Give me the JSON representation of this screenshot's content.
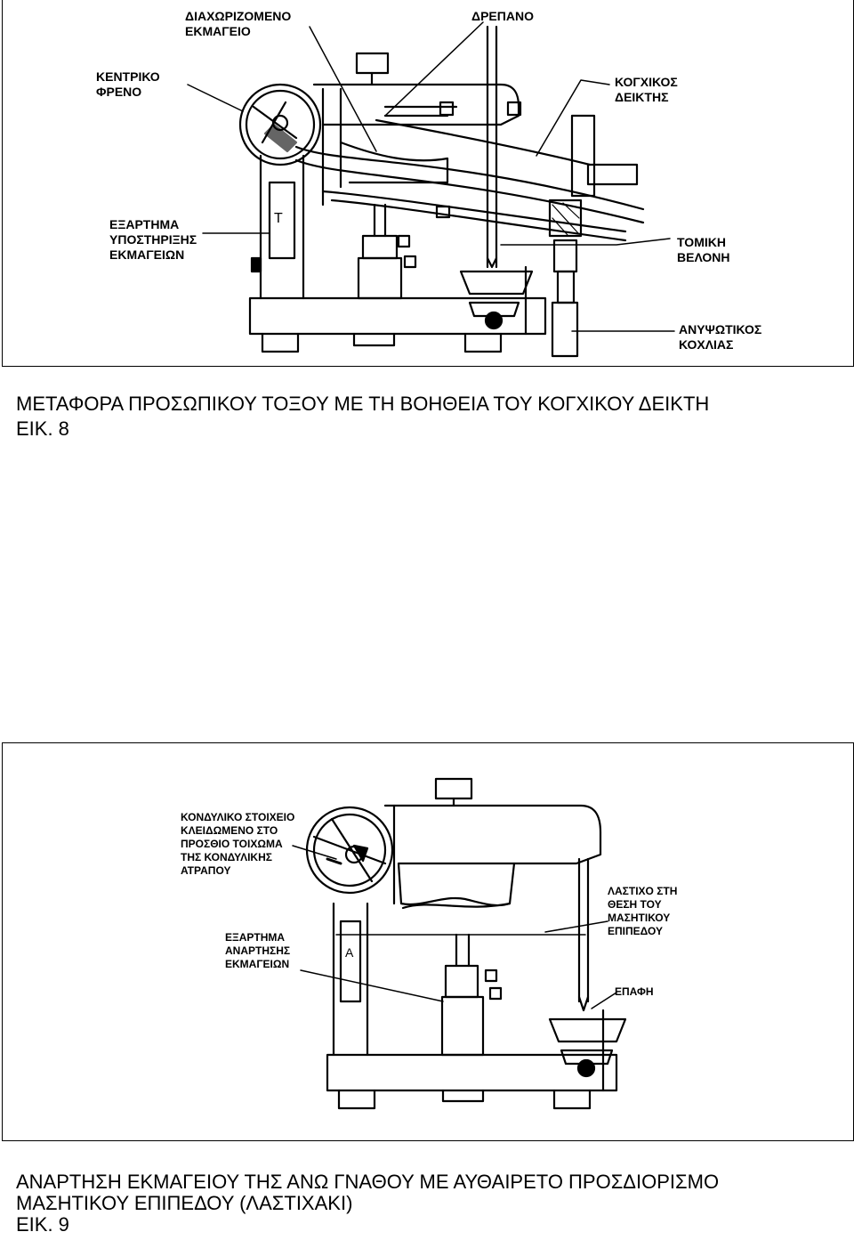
{
  "figure1": {
    "labels": {
      "separated_cast": "ΔΙΑΧΩΡΙΖΟΜΕΝΟ\nΕΚΜΑΓΕΙΟ",
      "sickle": "ΔΡΕΠΑΝΟ",
      "central_brake": "ΚΕΝΤΡΙΚΟ\nΦΡΕΝΟ",
      "condylar_indicator": "ΚΟΓΧΙΚΟΣ\nΔΕΙΚΤΗΣ",
      "cast_support": "ΕΞΑΡΤΗΜΑ\nΥΠΟΣΤΗΡΙΞΗΣ\nΕΚΜΑΓΕΙΩΝ",
      "incisal_pin": "ΤΟΜΙΚΗ\nΒΕΛΟΝΗ",
      "elevating_screw": "ΑΝΥΨΩΤΙΚΟΣ\nΚΟΧΛΙΑΣ"
    },
    "caption": "ΜΕΤΑΦΟΡΑ ΠΡΟΣΩΠΙΚΟΥ ΤΟΞΟΥ ΜΕ ΤΗ ΒΟΗΘΕΙΑ ΤΟΥ ΚΟΓΧΙΚΟΥ ΔΕΙΚΤΗ",
    "number": "ΕΙΚ. 8"
  },
  "figure2": {
    "labels": {
      "condylar_element": "ΚΟΝΔΥΛΙΚΟ ΣΤΟΙΧΕΙΟ\nΚΛΕΙΔΩΜΕΝΟ ΣΤΟ\nΠΡΟΣΘΙΟ ΤΟΙΧΩΜΑ\nΤΗΣ ΚΟΝΔΥΛΙΚΗΣ\nΑΤΡΑΠΟΥ",
      "suspension_part": "ΕΞΑΡΤΗΜΑ\nΑΝΑΡΤΗΣΗΣ\nΕΚΜΑΓΕΙΩΝ",
      "rubber_band": "ΛΑΣΤΙΧΟ ΣΤΗ\nΘΕΣΗ ΤΟΥ\nΜΑΣΗΤΙΚΟΥ\nΕΠΙΠΕΔΟΥ",
      "contact": "ΕΠΑΦΗ"
    },
    "caption_line1": "ΑΝΑΡΤΗΣΗ ΕΚΜΑΓΕΙΟΥ ΤΗΣ ΑΝΩ ΓΝΑΘΟΥ ΜΕ ΑΥΘΑΙΡΕΤΟ ΠΡΟΣΔΙΟΡΙΣΜΟ",
    "caption_line2": "ΜΑΣΗΤΙΚΟΥ ΕΠΙΠΕΔΟΥ (ΛΑΣΤΙΧΑΚΙ)",
    "number": "ΕΙΚ. 9"
  }
}
